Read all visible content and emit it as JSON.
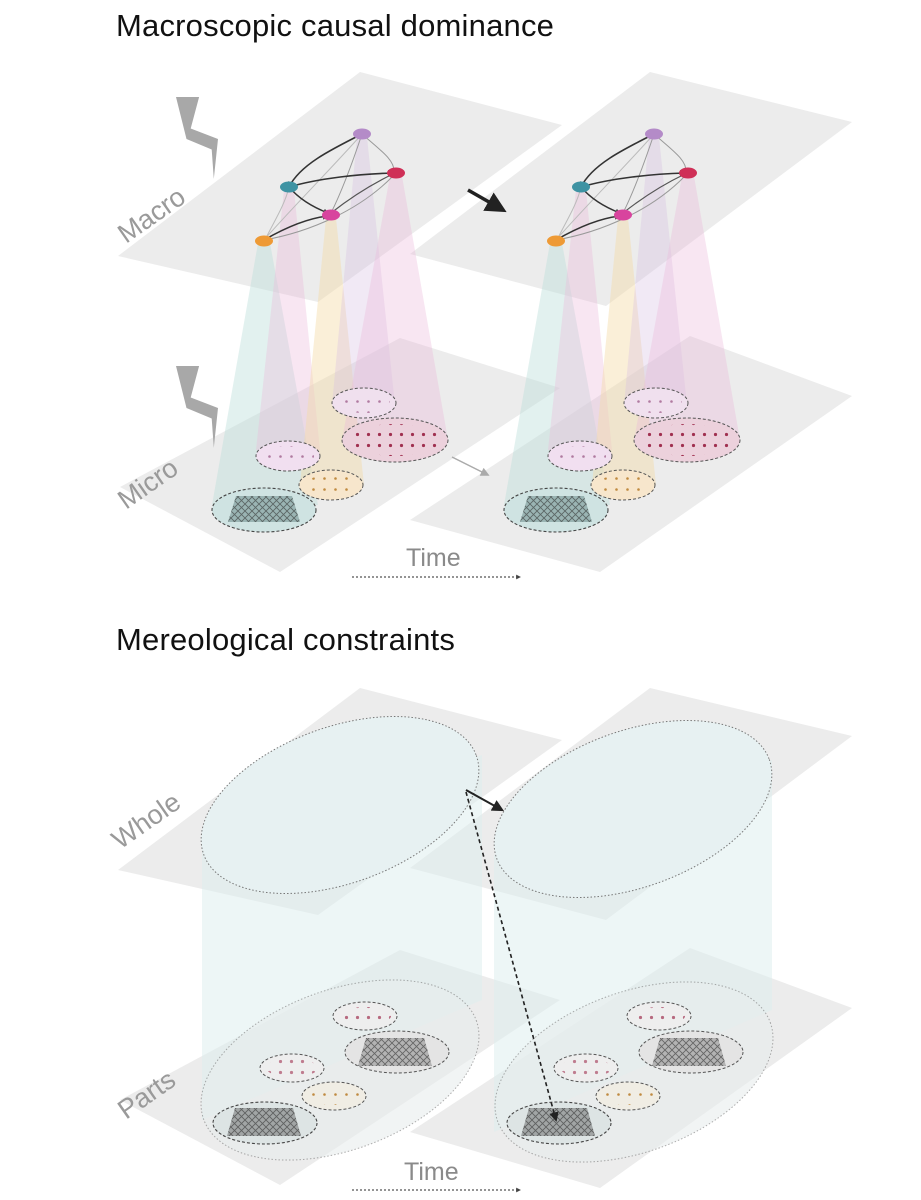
{
  "panels": {
    "top": {
      "title": "Macroscopic causal dominance",
      "upper_label": "Macro",
      "lower_label": "Micro",
      "time_label": "Time"
    },
    "bottom": {
      "title": "Mereological constraints",
      "upper_label": "Whole",
      "lower_label": "Parts",
      "time_label": "Time"
    }
  },
  "colors": {
    "plane": "#ececec",
    "node_purple": "#b48bc8",
    "node_teal": "#3e93a3",
    "node_red": "#cf2f57",
    "node_magenta": "#d8449e",
    "node_orange": "#ee9a35",
    "beam_teal": "#bfe0dc",
    "beam_pink": "#eab8da",
    "beam_yellow": "#f5dca8",
    "beam_lilac": "#d6bfe2",
    "whole_fill": "#e7f1f2",
    "arrow": "#222222"
  },
  "icons": {
    "lightning": "lightning-bolt-icon",
    "arrow": "arrow-icon"
  }
}
